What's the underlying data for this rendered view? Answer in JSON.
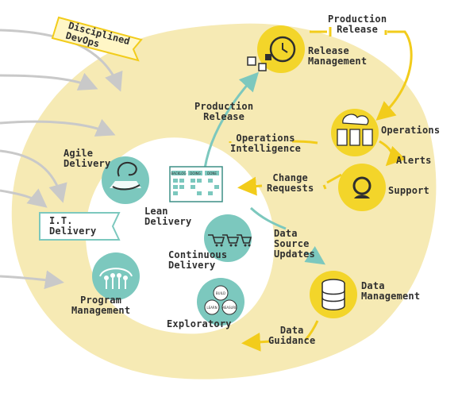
{
  "tags": {
    "disciplined_devops": "Disciplined\nDevOps",
    "it_delivery": "I.T.\nDelivery"
  },
  "inner": {
    "agile": "Agile\nDelivery",
    "lean": "Lean\nDelivery",
    "continuous": "Continuous\nDelivery",
    "program": "Program\nManagement",
    "exploratory": "Exploratory",
    "board_labels": [
      "BACKLOG",
      "DOING",
      "DONE"
    ],
    "cycle_labels": [
      "BUILD",
      "MEASURE",
      "LEARN"
    ]
  },
  "outer": {
    "production_release_top": "Production\nRelease",
    "release_management": "Release\nManagement",
    "production_release_mid": "Production\nRelease",
    "operations": "Operations",
    "operations_intelligence": "Operations\nIntelligence",
    "alerts": "Alerts",
    "change_requests": "Change\nRequests",
    "support": "Support",
    "data_source_updates": "Data\nSource\nUpdates",
    "data_management": "Data\nManagement",
    "data_guidance": "Data\nGuidance"
  },
  "colors": {
    "cream": "#f6eab4",
    "teal": "#7cc8be",
    "teal_dark": "#3d8f86",
    "yellow": "#f3d52a",
    "yellow_arrow": "#f2cc1b",
    "text": "#2f2f2f",
    "gray_arrow": "#c9c9c9"
  }
}
